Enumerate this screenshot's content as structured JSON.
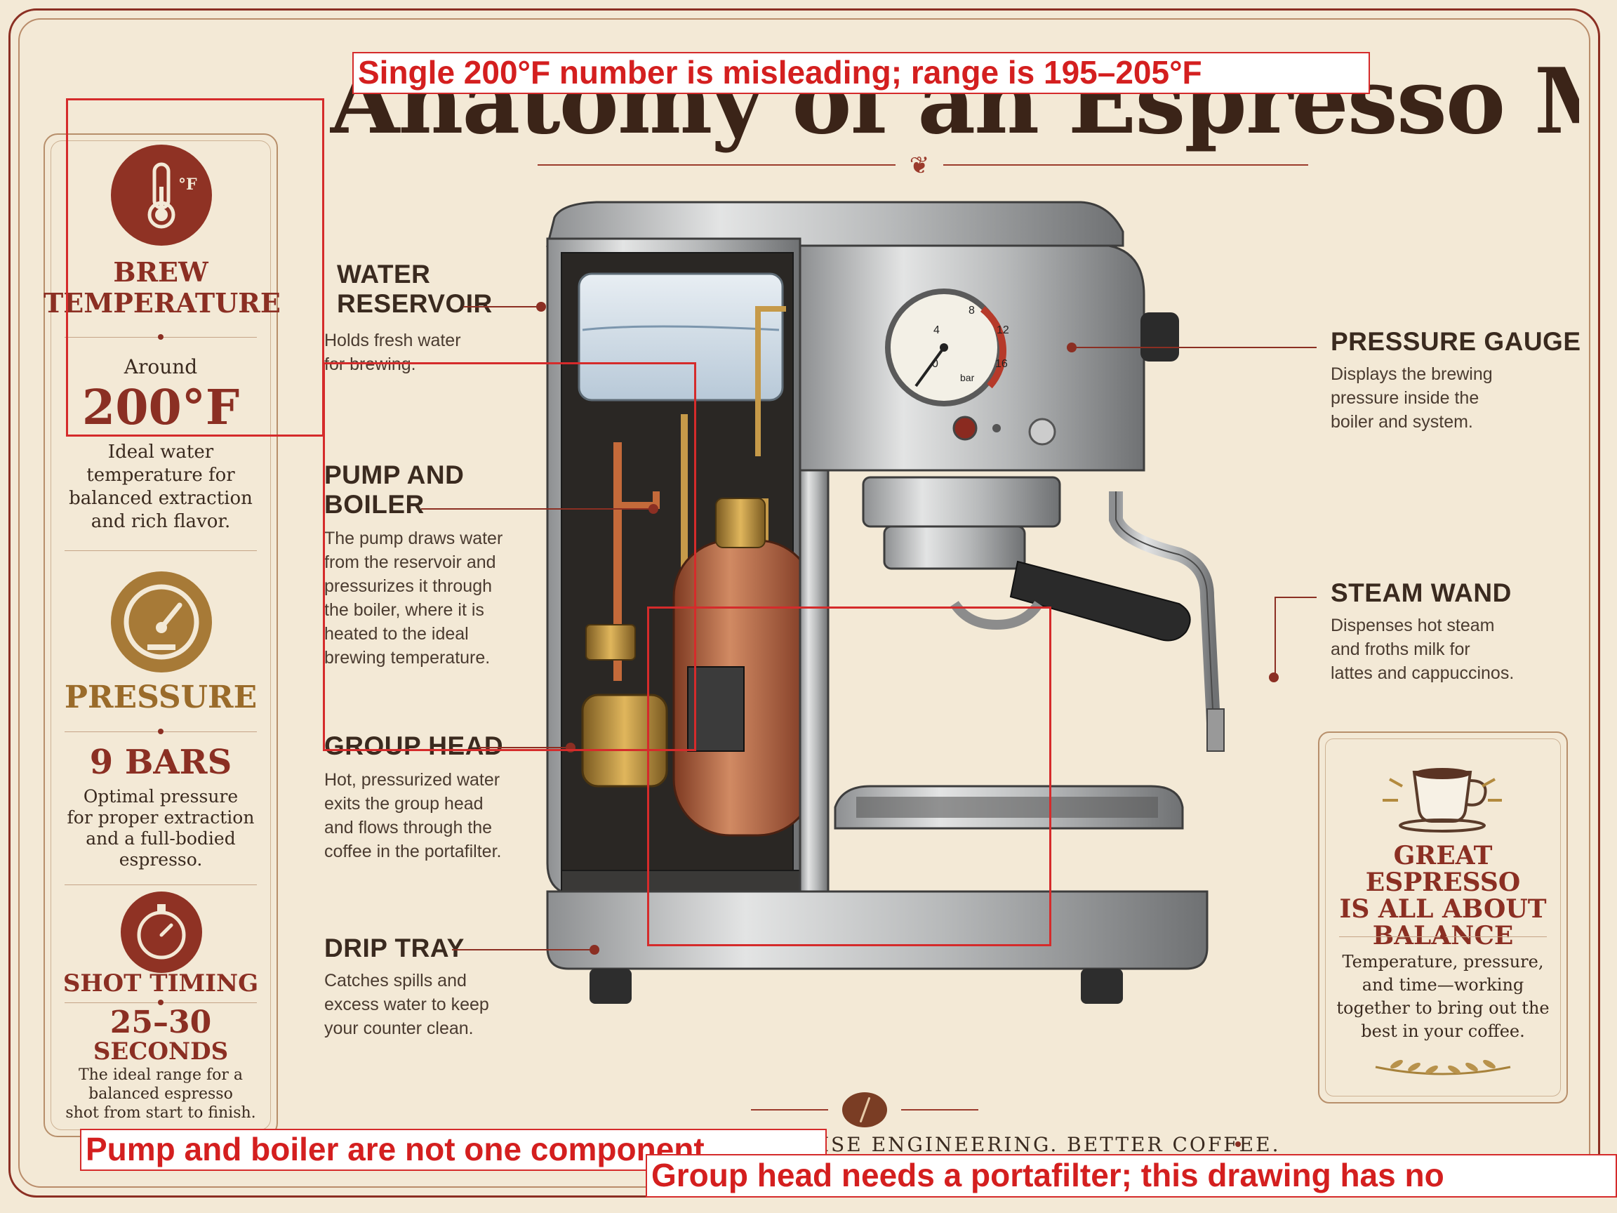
{
  "title": "Anatomy of an Espresso Machine",
  "left_panel": {
    "temperature": {
      "icon": "thermometer-icon",
      "icon_unit": "°F",
      "heading_line1": "BREW",
      "heading_line2": "TEMPERATURE",
      "prefix": "Around",
      "value": "200°F",
      "description_lines": [
        "Ideal water",
        "temperature for",
        "balanced extraction",
        "and rich flavor."
      ]
    },
    "pressure": {
      "icon": "gauge-icon",
      "heading": "PRESSURE",
      "value": "9 BARS",
      "description_lines": [
        "Optimal pressure",
        "for proper extraction",
        "and a full-bodied",
        "espresso."
      ]
    },
    "timing": {
      "icon": "stopwatch-icon",
      "heading": "SHOT TIMING",
      "value_line1": "25–30",
      "value_line2": "SECONDS",
      "description_lines": [
        "The ideal range for a",
        "balanced espresso",
        "shot from start to finish."
      ]
    }
  },
  "callouts": {
    "water_reservoir": {
      "heading_lines": [
        "WATER",
        "RESERVOIR"
      ],
      "body_lines": [
        "Holds fresh water",
        "for brewing."
      ]
    },
    "pump_boiler": {
      "heading_lines": [
        "PUMP AND",
        "BOILER"
      ],
      "body_lines": [
        "The pump draws water",
        "from the reservoir and",
        "pressurizes it through",
        "the boiler, where it is",
        "heated to the ideal",
        "brewing temperature."
      ]
    },
    "group_head": {
      "heading_lines": [
        "GROUP HEAD"
      ],
      "body_lines": [
        "Hot, pressurized water",
        "exits the group head",
        "and flows through the",
        "coffee in the portafilter."
      ]
    },
    "drip_tray": {
      "heading_lines": [
        "DRIP TRAY"
      ],
      "body_lines": [
        "Catches spills and",
        "excess water to keep",
        "your counter clean."
      ]
    },
    "pressure_gauge": {
      "heading_lines": [
        "PRESSURE GAUGE"
      ],
      "body_lines": [
        "Displays the brewing",
        "pressure inside the",
        "boiler and system."
      ]
    },
    "steam_wand": {
      "heading_lines": [
        "STEAM WAND"
      ],
      "body_lines": [
        "Dispenses hot steam",
        "and froths milk for",
        "lattes and cappuccinos."
      ]
    }
  },
  "gauge": {
    "ticks": [
      "0",
      "4",
      "8",
      "12",
      "16"
    ],
    "unit": "bar"
  },
  "balance_box": {
    "icon": "coffee-cup-icon",
    "heading_lines": [
      "GREAT ESPRESSO",
      "IS ALL ABOUT",
      "BALANCE"
    ],
    "body_lines": [
      "Temperature, pressure,",
      "and time—working",
      "together to bring out the",
      "best in your coffee."
    ]
  },
  "footer": {
    "tagline_fragment": "ISE ENGINEERING. BETTER COFFEE.",
    "icon": "coffee-bean-icon"
  },
  "annotations": [
    {
      "text": "Single 200°F number is misleading; range is 195–205°F"
    },
    {
      "text": "Pump and boiler are not one component"
    },
    {
      "text": "Group head needs a portafilter; this drawing has no"
    }
  ],
  "colors": {
    "background": "#f3e9d6",
    "accent_red": "#8b2f23",
    "accent_gold": "#9a6b2a",
    "annotation_red": "#d52b2b"
  }
}
